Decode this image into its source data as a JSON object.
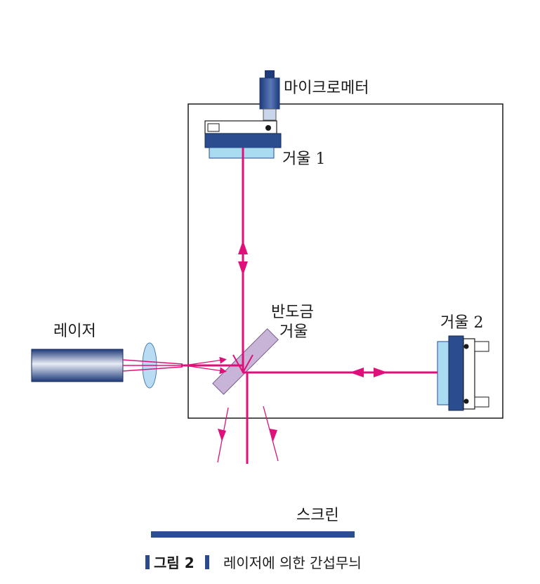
{
  "labels": {
    "micrometer": "마이크로메터",
    "mirror1": "거울 1",
    "mirror2": "거울 2",
    "beamsplitter_line1": "반도금",
    "beamsplitter_line2": "거울",
    "laser": "레이저",
    "screen": "스크린"
  },
  "caption": {
    "figure": "그림 2",
    "title": "레이저에 의한 간섭무늬"
  },
  "colors": {
    "beam": "#e0107a",
    "frame": "#1a1a1a",
    "mirror_body": "#2a4d8f",
    "mirror_glass": "#a9dcf0",
    "beamsplitter": "#c8b4d6",
    "lens": "#b9dcf3"
  }
}
